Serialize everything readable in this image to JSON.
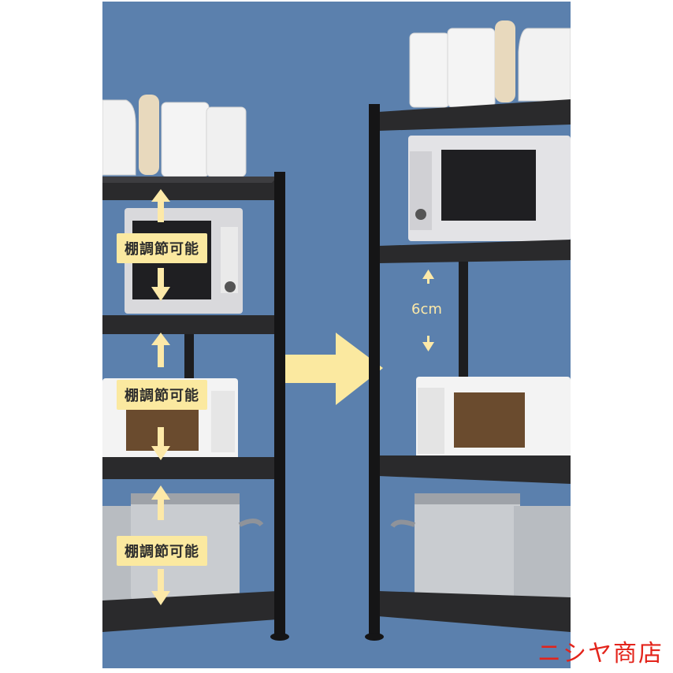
{
  "labels": {
    "adjustable_1": "棚調節可能",
    "adjustable_2": "棚調節可能",
    "adjustable_3": "棚調節可能"
  },
  "gap_label": "6cm",
  "watermark": "ニシヤ商店",
  "colors": {
    "background": "#5b80ad",
    "arrow": "#fbe9a0",
    "shelf": "#2a2a2c",
    "watermark": "#e3241b"
  }
}
